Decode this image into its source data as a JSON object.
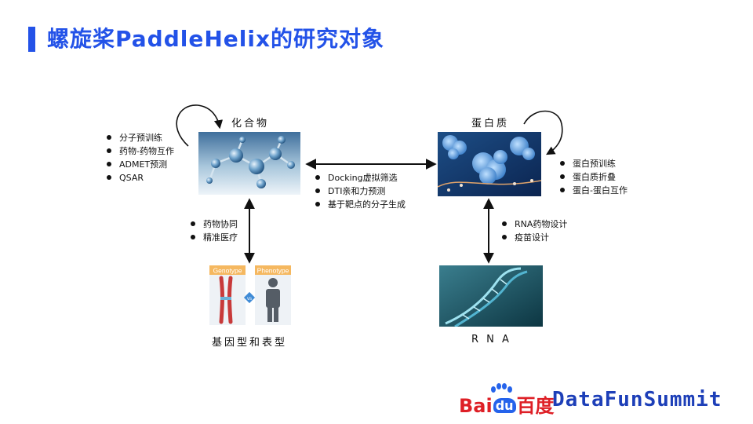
{
  "title": "螺旋桨PaddleHelix的研究对象",
  "nodes": {
    "compound": {
      "label": "化合物"
    },
    "protein": {
      "label": "蛋白质"
    },
    "genotype": {
      "label": "基因型和表型",
      "genotype_tag": "Genotype",
      "phenotype_tag": "Phenotype",
      "vs": "vs"
    },
    "rna": {
      "label": "R N A"
    }
  },
  "compound_tasks": [
    "分子预训练",
    "药物-药物互作",
    "ADMET预测",
    "QSAR"
  ],
  "compound_protein_tasks": [
    "Docking虚拟筛选",
    "DTI亲和力预测",
    "基于靶点的分子生成"
  ],
  "protein_tasks": [
    "蛋白预训练",
    "蛋白质折叠",
    "蛋白-蛋白互作"
  ],
  "compound_genotype_tasks": [
    "药物协同",
    "精准医疗"
  ],
  "protein_rna_tasks": [
    "RNA药物设计",
    "疫苗设计"
  ],
  "logos": {
    "baidu_bai": "Bai",
    "baidu_du": "du",
    "baidu_cn": "百度",
    "datafun": "DataFunSummit"
  },
  "colors": {
    "accent": "#2352e8",
    "baidu_red": "#de1f26",
    "baidu_blue": "#2563eb",
    "datafun_blue": "#1d3fb8"
  }
}
